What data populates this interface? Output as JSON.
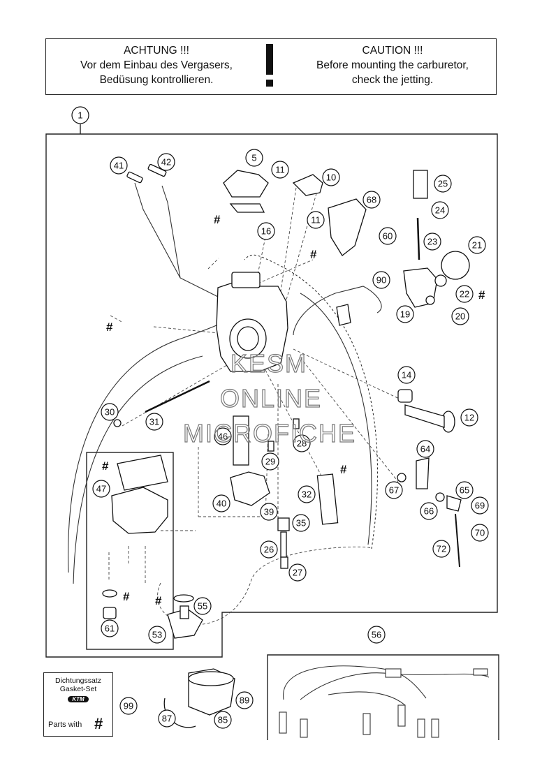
{
  "warning": {
    "de_title": "ACHTUNG !!!",
    "de_line1": "Vor dem Einbau des Vergasers,",
    "de_line2": "Bedüsung kontrollieren.",
    "en_title": "CAUTION !!!",
    "en_line1": "Before mounting the carburetor,",
    "en_line2": "check the jetting."
  },
  "gasket_set": {
    "line1": "Dichtungssatz",
    "line2": "Gasket-Set",
    "brand": "KTM",
    "line4": "Parts with",
    "hash": "#"
  },
  "watermark": {
    "line1": "KESM",
    "line2": "ONLINE",
    "line3": "MICROFICHE"
  },
  "callouts": [
    "1",
    "5",
    "10",
    "11",
    "11",
    "12",
    "14",
    "16",
    "19",
    "20",
    "21",
    "22",
    "23",
    "24",
    "25",
    "26",
    "27",
    "28",
    "29",
    "30",
    "31",
    "32",
    "35",
    "39",
    "40",
    "41",
    "42",
    "46",
    "47",
    "53",
    "55",
    "56",
    "60",
    "61",
    "64",
    "65",
    "66",
    "67",
    "68",
    "69",
    "70",
    "72",
    "85",
    "87",
    "89",
    "90",
    "99"
  ],
  "hash_symbol": "#"
}
